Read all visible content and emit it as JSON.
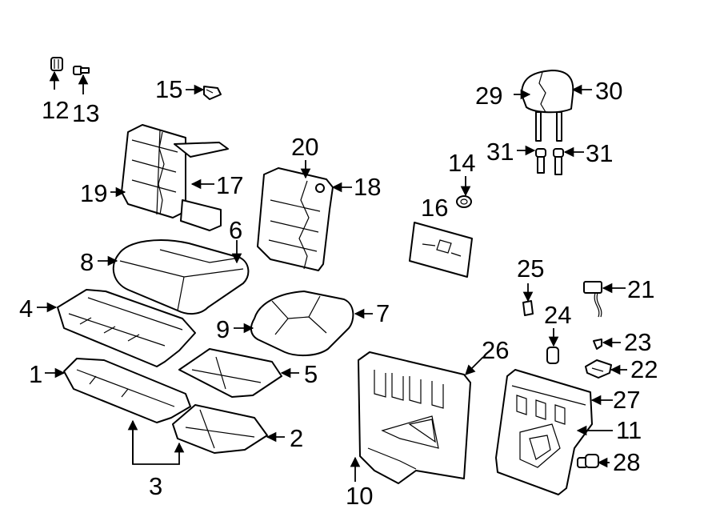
{
  "diagram": {
    "callouts": {
      "c1": "1",
      "c2": "2",
      "c3": "3",
      "c4": "4",
      "c5": "5",
      "c6": "6",
      "c7": "7",
      "c8": "8",
      "c9": "9",
      "c10": "10",
      "c11": "11",
      "c12": "12",
      "c13": "13",
      "c14": "14",
      "c15": "15",
      "c16": "16",
      "c17": "17",
      "c18": "18",
      "c19": "19",
      "c20": "20",
      "c21": "21",
      "c22": "22",
      "c23": "23",
      "c24": "24",
      "c25": "25",
      "c26": "26",
      "c27": "27",
      "c28": "28",
      "c29": "29",
      "c30": "30",
      "c31a": "31",
      "c31b": "31"
    },
    "colors": {
      "line": "#000000",
      "fill": "#ffffff",
      "shade": "#e6e6e6"
    }
  }
}
